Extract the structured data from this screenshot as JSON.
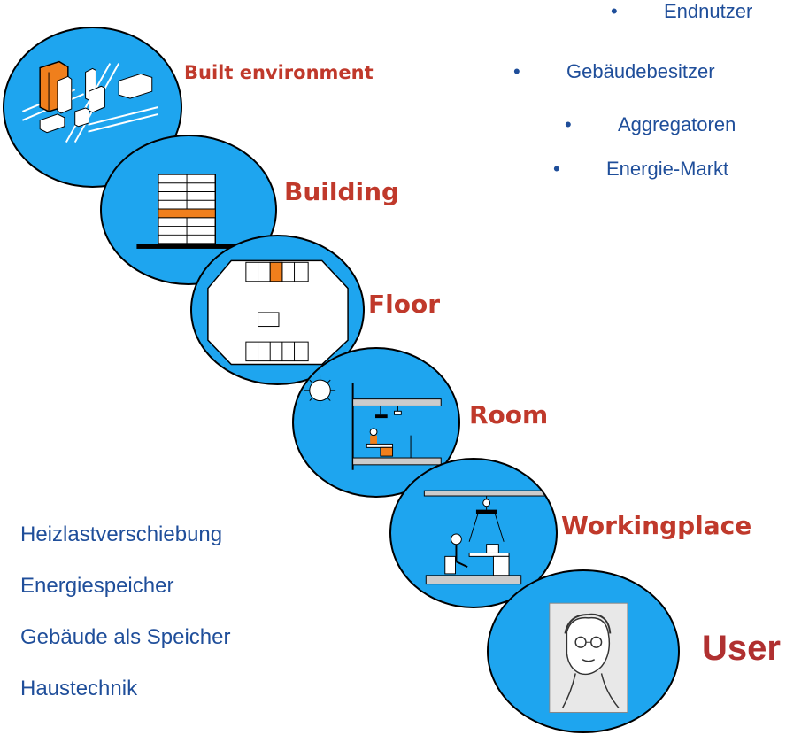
{
  "stakeholders": [
    {
      "bullet": "•",
      "label": "Endnutzer"
    },
    {
      "bullet": "•",
      "label": "Gebäudebesitzer"
    },
    {
      "bullet": "•",
      "label": "Aggregatoren"
    },
    {
      "bullet": "•",
      "label": "Energie-Markt"
    }
  ],
  "levels": [
    {
      "label": "Built  environment"
    },
    {
      "label": "Building"
    },
    {
      "label": "Floor"
    },
    {
      "label": "Room"
    },
    {
      "label": "Workingplace"
    },
    {
      "label": "User"
    }
  ],
  "measures": [
    "Heizlastverschiebung",
    "Energiespeicher",
    "Gebäude als Speicher",
    "Haustechnik"
  ],
  "colors": {
    "circle_fill": "#1ea5ef",
    "accent": "#f07f1c",
    "label_red": "#c0392b",
    "text_blue": "#1f4e9a"
  }
}
